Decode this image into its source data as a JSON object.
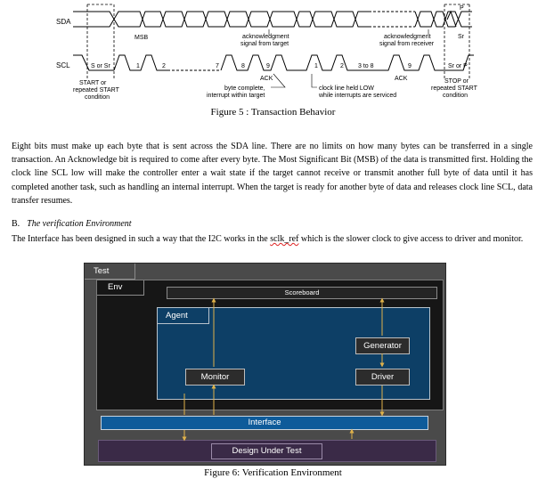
{
  "figure5": {
    "caption": "Figure 5 : Transaction Behavior",
    "signals": {
      "sda": "SDA",
      "scl": "SCL"
    },
    "sda_labels": {
      "msb": "MSB",
      "ack_target": [
        "acknowledgment",
        "signal from target"
      ],
      "ack_receiver": [
        "acknowledgment",
        "signal from receiver"
      ],
      "p": "P",
      "sr": "Sr"
    },
    "scl_labels": {
      "s_or_sr": "S or Sr",
      "sr_or_p": "Sr or P",
      "ack1": "ACK",
      "ack2": "ACK",
      "p1": "1",
      "p2": "2",
      "p7": "7",
      "p8": "8",
      "p9": "9",
      "q1": "1",
      "q2": "2",
      "q3to8": "3 to 8",
      "q9": "9"
    },
    "notes": {
      "start": [
        "START or",
        "repeated START",
        "condition"
      ],
      "byte_complete": [
        "byte complete,",
        "interrupt within target"
      ],
      "clock_held": [
        "clock line held LOW",
        "while interrupts are serviced"
      ],
      "stop": [
        "STOP or",
        "repeated START",
        "condition"
      ]
    }
  },
  "body": {
    "para1": "Eight bits must make up each byte that is sent across the SDA line. There are no limits on how many bytes can be transferred in a single transaction. An Acknowledge bit is required to come after every byte. The Most Significant Bit (MSB) of the data is transmitted first. Holding the clock line SCL low will make the controller enter a wait state if the target cannot receive or transmit another full byte of data until it has completed another task, such as handling an internal interrupt. When the target is ready for another byte of data and releases clock line SCL, data transfer resumes.",
    "heading_b": {
      "num": "B.",
      "text": "The verification Environment"
    },
    "para2_pre": "The Interface has been designed in such a way that the I2C works in the ",
    "para2_word": "sclk_ref",
    "para2_post": " which is the slower clock to give access to driver and monitor."
  },
  "figure6": {
    "caption": "Figure 6: Verification Environment",
    "test": "Test",
    "env": "Env",
    "scoreboard": "Scoreboard",
    "agent": "Agent",
    "generator": "Generator",
    "monitor": "Monitor",
    "driver": "Driver",
    "interface": "Interface",
    "dut": "Design Under Test"
  },
  "colors": {
    "outer": "#4a4a4a",
    "env": "#161616",
    "agent": "#0d3f66",
    "interface": "#0e5b9a",
    "dut": "#3a2a47",
    "arrow": "#e0b24a"
  }
}
